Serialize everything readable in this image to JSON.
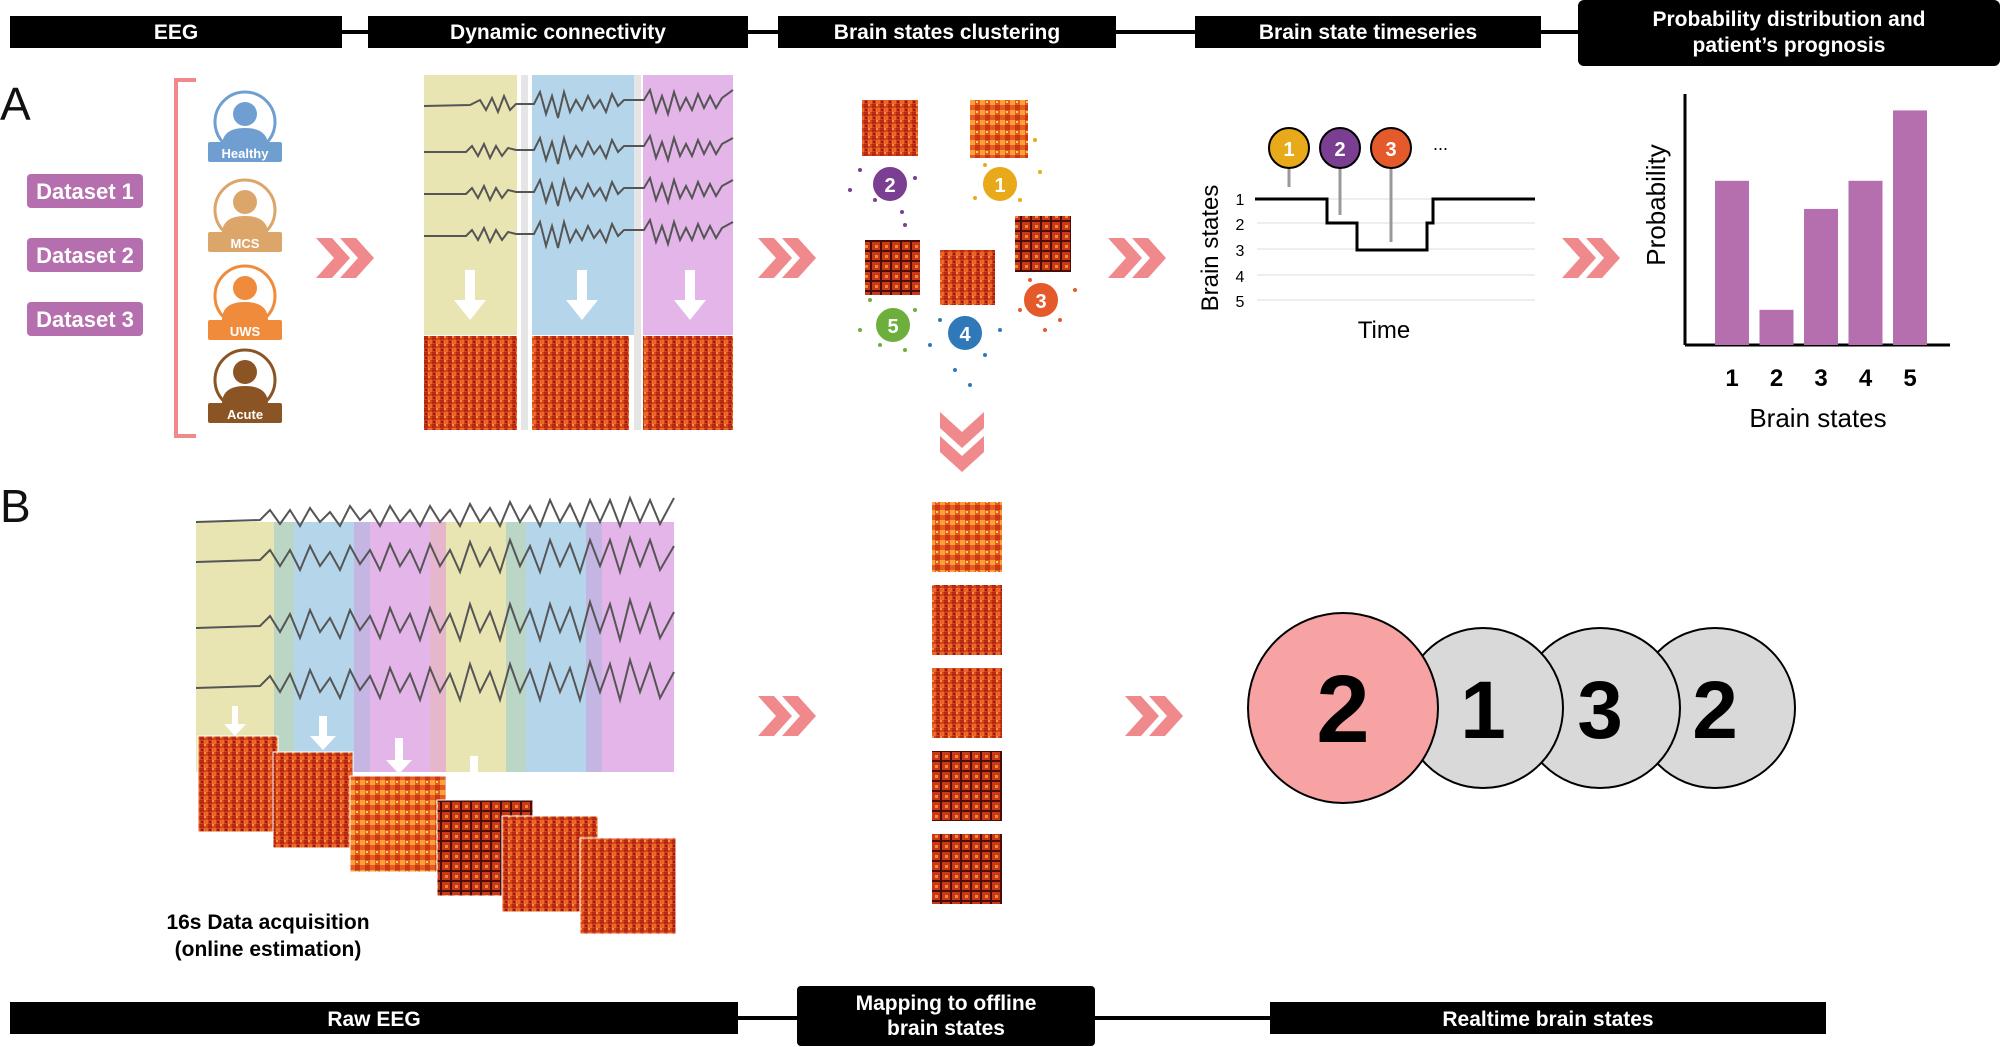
{
  "top_pipeline": [
    {
      "label": "EEG"
    },
    {
      "label": "Dynamic connectivity"
    },
    {
      "label": "Brain states clustering"
    },
    {
      "label": "Brain state timeseries"
    },
    {
      "label": "Probability distribution and patient’s prognosis"
    }
  ],
  "bottom_pipeline": [
    {
      "label": "Raw EEG"
    },
    {
      "label": "Mapping to offline brain states"
    },
    {
      "label": "Realtime brain states"
    }
  ],
  "panel_labels": {
    "a": "A",
    "b": "B"
  },
  "datasets": [
    "Dataset 1",
    "Dataset 2",
    "Dataset 3"
  ],
  "patients": [
    {
      "label": "Healthy",
      "color": "#6f9fd0"
    },
    {
      "label": "MCS",
      "color": "#dca56a"
    },
    {
      "label": "UWS",
      "color": "#ef8b3a"
    },
    {
      "label": "Acute",
      "color": "#8a5424"
    }
  ],
  "clusters": [
    {
      "label": "2",
      "color": "#7a3e93"
    },
    {
      "label": "1",
      "color": "#e8a91a"
    },
    {
      "label": "5",
      "color": "#6daf3d"
    },
    {
      "label": "4",
      "color": "#2f79b8"
    },
    {
      "label": "3",
      "color": "#e45a2b"
    }
  ],
  "timeseries": {
    "markers": [
      {
        "label": "1",
        "color": "#e8a91a"
      },
      {
        "label": "2",
        "color": "#7a3e93"
      },
      {
        "label": "3",
        "color": "#e45a2b"
      }
    ],
    "ellipsis": "...",
    "ylabel": "Brain states",
    "yticks": [
      "1",
      "2",
      "3",
      "4",
      "5"
    ],
    "xlabel": "Time"
  },
  "chart_data": {
    "type": "bar",
    "categories": [
      "1",
      "2",
      "3",
      "4",
      "5"
    ],
    "values": [
      0.7,
      0.15,
      0.58,
      0.7,
      1.0
    ],
    "ylim": [
      0,
      1.07
    ],
    "xlabel": "Brain states",
    "ylabel": "Probability",
    "bar_color": "#b56fae"
  },
  "acquisition_caption": [
    "16s Data acquisition",
    "(online estimation)"
  ],
  "realtime_states": [
    {
      "label": "2",
      "color": "#f7a3a3"
    },
    {
      "label": "1",
      "color": "#d9d9d9"
    },
    {
      "label": "3",
      "color": "#d9d9d9"
    },
    {
      "label": "2",
      "color": "#d9d9d9"
    }
  ],
  "colors": {
    "arrow": "#f0898c",
    "window_yellow": "#e8e5b3",
    "window_blue": "#b5d6ea",
    "window_pink": "#e3b5e8",
    "bracket": "#f0898c"
  }
}
